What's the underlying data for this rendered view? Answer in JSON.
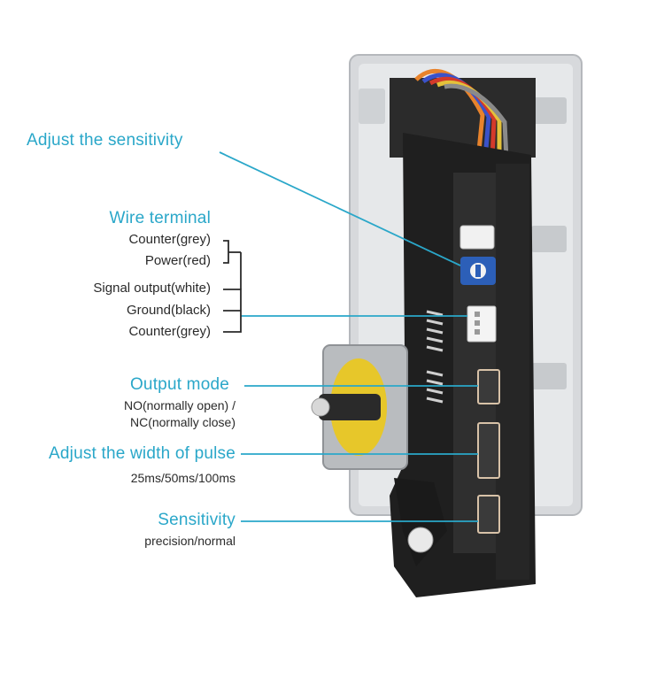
{
  "labels": {
    "sensitivity_adjust": "Adjust the sensitivity",
    "wire_terminal": {
      "title": "Wire terminal",
      "items": [
        "Counter(grey)",
        "Power(red)",
        "Signal output(white)",
        "Ground(black)",
        "Counter(grey)"
      ]
    },
    "output_mode": {
      "title": "Output mode",
      "line1": "NO(normally open) /",
      "line2": "NC(normally close)"
    },
    "pulse_width": {
      "title": "Adjust the width of pulse",
      "options": "25ms/50ms/100ms"
    },
    "sensitivity": {
      "title": "Sensitivity",
      "options": "precision/normal"
    }
  },
  "colors": {
    "accent": "#2aa7c9",
    "text": "#2a2a2a"
  }
}
